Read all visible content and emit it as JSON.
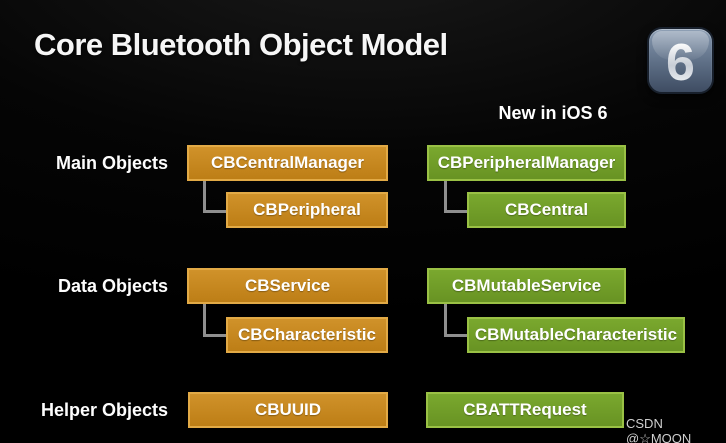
{
  "slide": {
    "title": "Core Bluetooth Object Model",
    "badge_digit": "6",
    "new_in_label": "New in iOS 6",
    "watermark": "CSDN @☆MOON"
  },
  "colors": {
    "existing_box_orange": "#c6881e",
    "new_box_green": "#6f9d26",
    "connector_gray": "#8f8f8f"
  },
  "rows": [
    {
      "label": "Main Objects",
      "orange_parent": "CBCentralManager",
      "orange_child": "CBPeripheral",
      "green_parent": "CBPeripheralManager",
      "green_child": "CBCentral"
    },
    {
      "label": "Data Objects",
      "orange_parent": "CBService",
      "orange_child": "CBCharacteristic",
      "green_parent": "CBMutableService",
      "green_child": "CBMutableCharacteristic"
    },
    {
      "label": "Helper Objects",
      "orange_parent": "CBUUID",
      "green_parent": "CBATTRequest"
    }
  ]
}
